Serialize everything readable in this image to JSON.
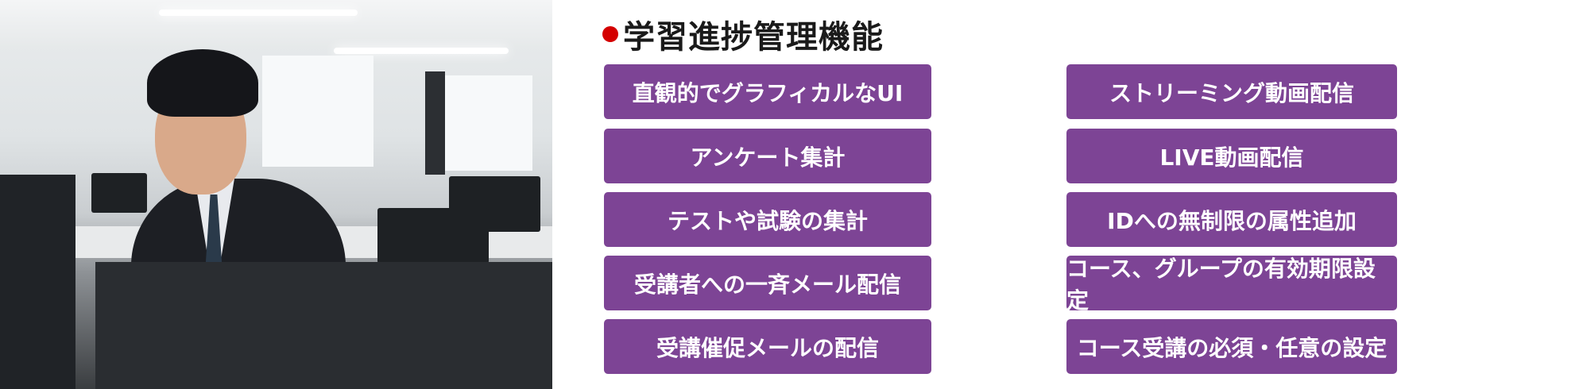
{
  "title": "学習進捗管理機能",
  "colors": {
    "accent_dot": "#d40000",
    "button_bg": "#7d4495",
    "button_text": "#ffffff"
  },
  "features_left": [
    "直観的でグラフィカルなUI",
    "アンケート集計",
    "テストや試験の集計",
    "受講者への一斉メール配信",
    "受講催促メールの配信"
  ],
  "features_right": [
    "ストリーミング動画配信",
    "LIVE動画配信",
    "IDへの無制限の属性追加",
    "コース、グループの有効期限設定",
    "コース受講の必須・任意の設定"
  ]
}
